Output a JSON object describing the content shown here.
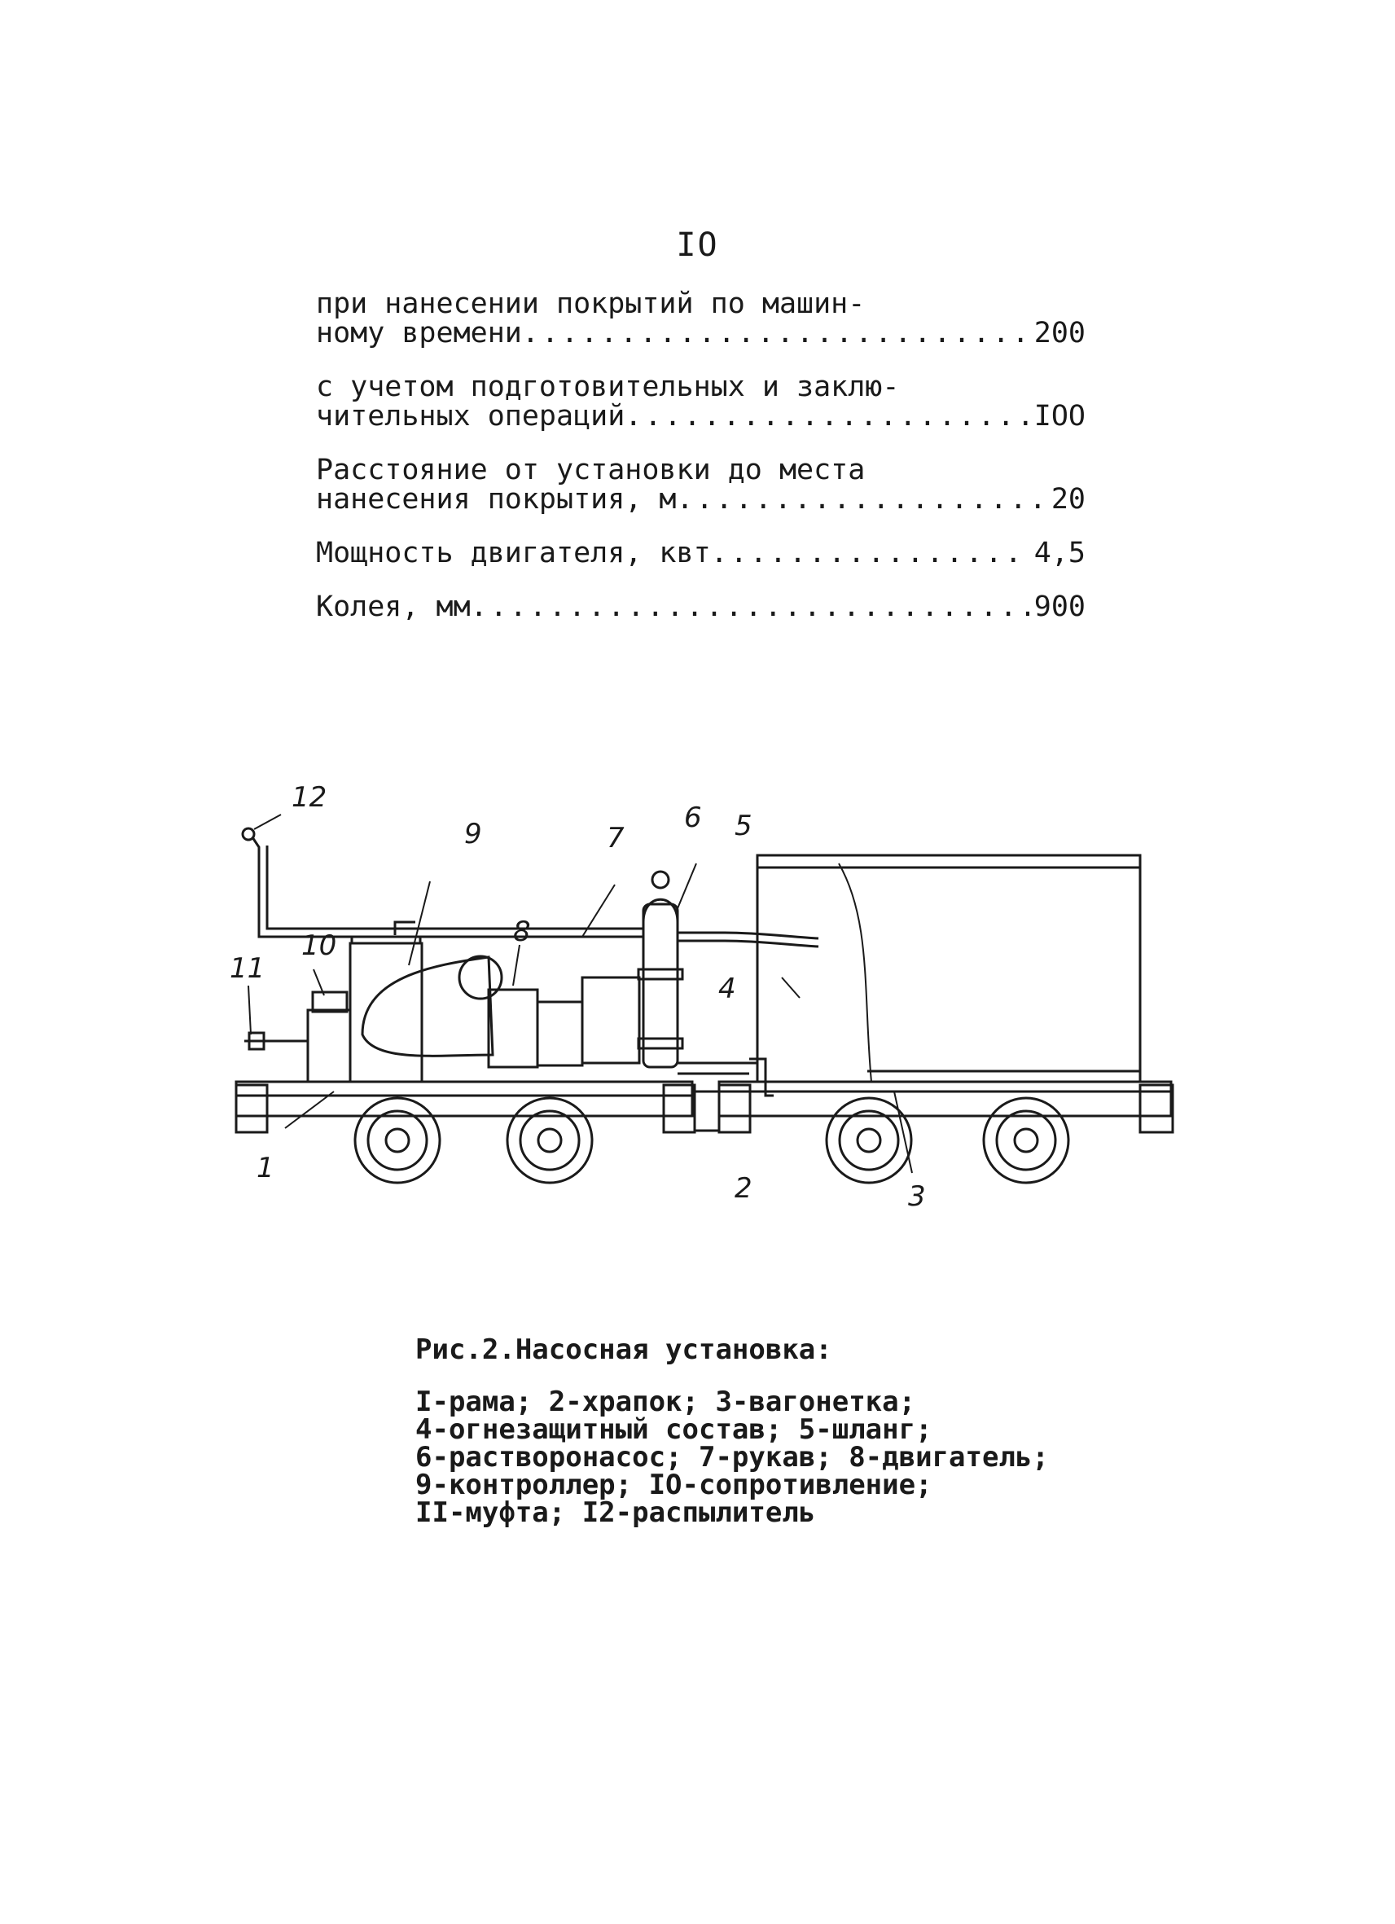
{
  "page_number": "IO",
  "specs": [
    {
      "lines": [
        "при нанесении покрытий по машин-"
      ],
      "last_line": "ному времени",
      "value": "200"
    },
    {
      "lines": [
        "с учетом подготовительных и заклю-"
      ],
      "last_line": "чительных операций",
      "value": "IOO"
    },
    {
      "lines": [
        "Расстояние от установки до места"
      ],
      "last_line": "нанесения покрытия, м",
      "value": "20"
    },
    {
      "lines": [],
      "last_line": "Мощность двигателя, квт",
      "value": "4,5"
    },
    {
      "lines": [],
      "last_line": "Колея, мм",
      "value": "900"
    }
  ],
  "figure": {
    "labels": {
      "l1": "1",
      "l2": "2",
      "l3": "3",
      "l4": "4",
      "l5": "5",
      "l6": "6",
      "l7": "7",
      "l8": "8",
      "l9": "9",
      "l10": "10",
      "l11": "11",
      "l12": "12"
    }
  },
  "caption": {
    "title": "Рис.2.Насосная установка:",
    "lines": [
      "I-рама; 2-храпок; 3-вагонетка;",
      "4-огнезащитный состав; 5-шланг;",
      "6-растворонасос; 7-рукав; 8-двигатель;",
      "9-контроллер; IO-сопротивление;",
      "II-муфта; I2-распылитель"
    ]
  }
}
